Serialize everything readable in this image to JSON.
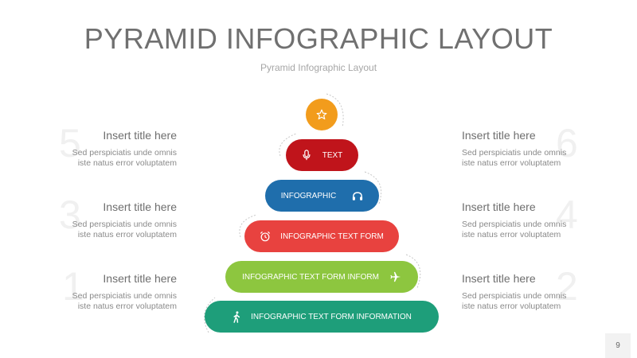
{
  "header": {
    "title": "PYRAMID INFOGRAPHIC LAYOUT",
    "subtitle": "Pyramid Infographic Layout"
  },
  "items": [
    {
      "number": "5",
      "title": "Insert title here",
      "desc1": "Sed perspiciatis unde omnis",
      "desc2": "iste natus error voluptatem"
    },
    {
      "number": "3",
      "title": "Insert title here",
      "desc1": "Sed perspiciatis unde omnis",
      "desc2": "iste natus error voluptatem"
    },
    {
      "number": "1",
      "title": "Insert title here",
      "desc1": "Sed perspiciatis unde omnis",
      "desc2": "iste natus error voluptatem"
    },
    {
      "number": "6",
      "title": "Insert title here",
      "desc1": "Sed perspiciatis unde omnis",
      "desc2": "iste natus error voluptatem"
    },
    {
      "number": "4",
      "title": "Insert title here",
      "desc1": "Sed perspiciatis unde omnis",
      "desc2": "iste natus error voluptatem"
    },
    {
      "number": "2",
      "title": "Insert title here",
      "desc1": "Sed perspiciatis unde omnis",
      "desc2": "iste natus error voluptatem"
    }
  ],
  "pyramid": {
    "top": {
      "icon": "star-icon",
      "color": "#f29c1c"
    },
    "tiers": [
      {
        "label": "TEXT",
        "icon": "microphone-icon",
        "color": "#c0141b"
      },
      {
        "label": "INFOGRAPHIC",
        "icon": "headphones-icon",
        "color": "#1f6eac"
      },
      {
        "label": "INFOGRAPHIC TEXT FORM",
        "icon": "alarm-clock-icon",
        "color": "#e8423f"
      },
      {
        "label": "INFOGRAPHIC TEXT FORM INFORM",
        "icon": "airplane-icon",
        "color": "#8dc63f"
      },
      {
        "label": "INFOGRAPHIC TEXT FORM INFORMATION",
        "icon": "walking-person-icon",
        "color": "#1e9e7a"
      }
    ]
  },
  "footer": {
    "page_number": "9"
  }
}
